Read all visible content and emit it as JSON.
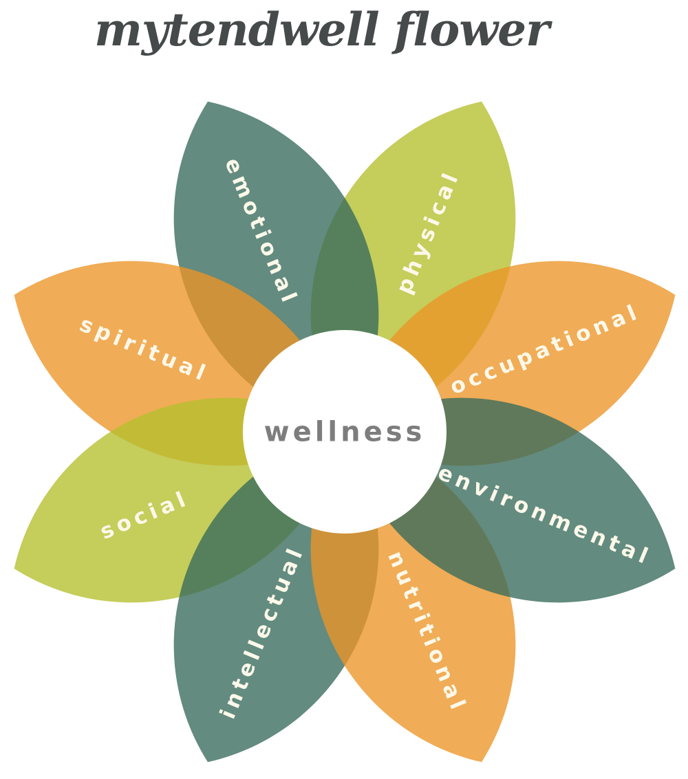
{
  "title": "mytendwell flower",
  "center": {
    "label": "wellness",
    "text_color": "#7d7d7d",
    "circle_color": "#ffffff"
  },
  "palette": {
    "teal": "#376a5b",
    "orange": "#ec9526",
    "lime": "#b5bf2d",
    "petal_opacity": 0.78,
    "label_color": "#fcf8ea",
    "title_color": "#464a4a"
  },
  "petals": [
    {
      "label": "physical",
      "color": "lime",
      "angle": 67.5,
      "label_rotation": -67.5
    },
    {
      "label": "occupational",
      "color": "orange",
      "angle": 22.5,
      "label_rotation": -22.5
    },
    {
      "label": "emotional",
      "color": "teal",
      "angle": 112.5,
      "label_rotation": 67.5
    },
    {
      "label": "spiritual",
      "color": "orange",
      "angle": 157.5,
      "label_rotation": 22.5
    },
    {
      "label": "social",
      "color": "lime",
      "angle": 202.5,
      "label_rotation": -22.5
    },
    {
      "label": "intellectual",
      "color": "teal",
      "angle": 247.5,
      "label_rotation": -67.5
    },
    {
      "label": "nutritional",
      "color": "orange",
      "angle": 292.5,
      "label_rotation": 67.5
    },
    {
      "label": "environmental",
      "color": "teal",
      "angle": 337.5,
      "label_rotation": 22.5
    }
  ]
}
